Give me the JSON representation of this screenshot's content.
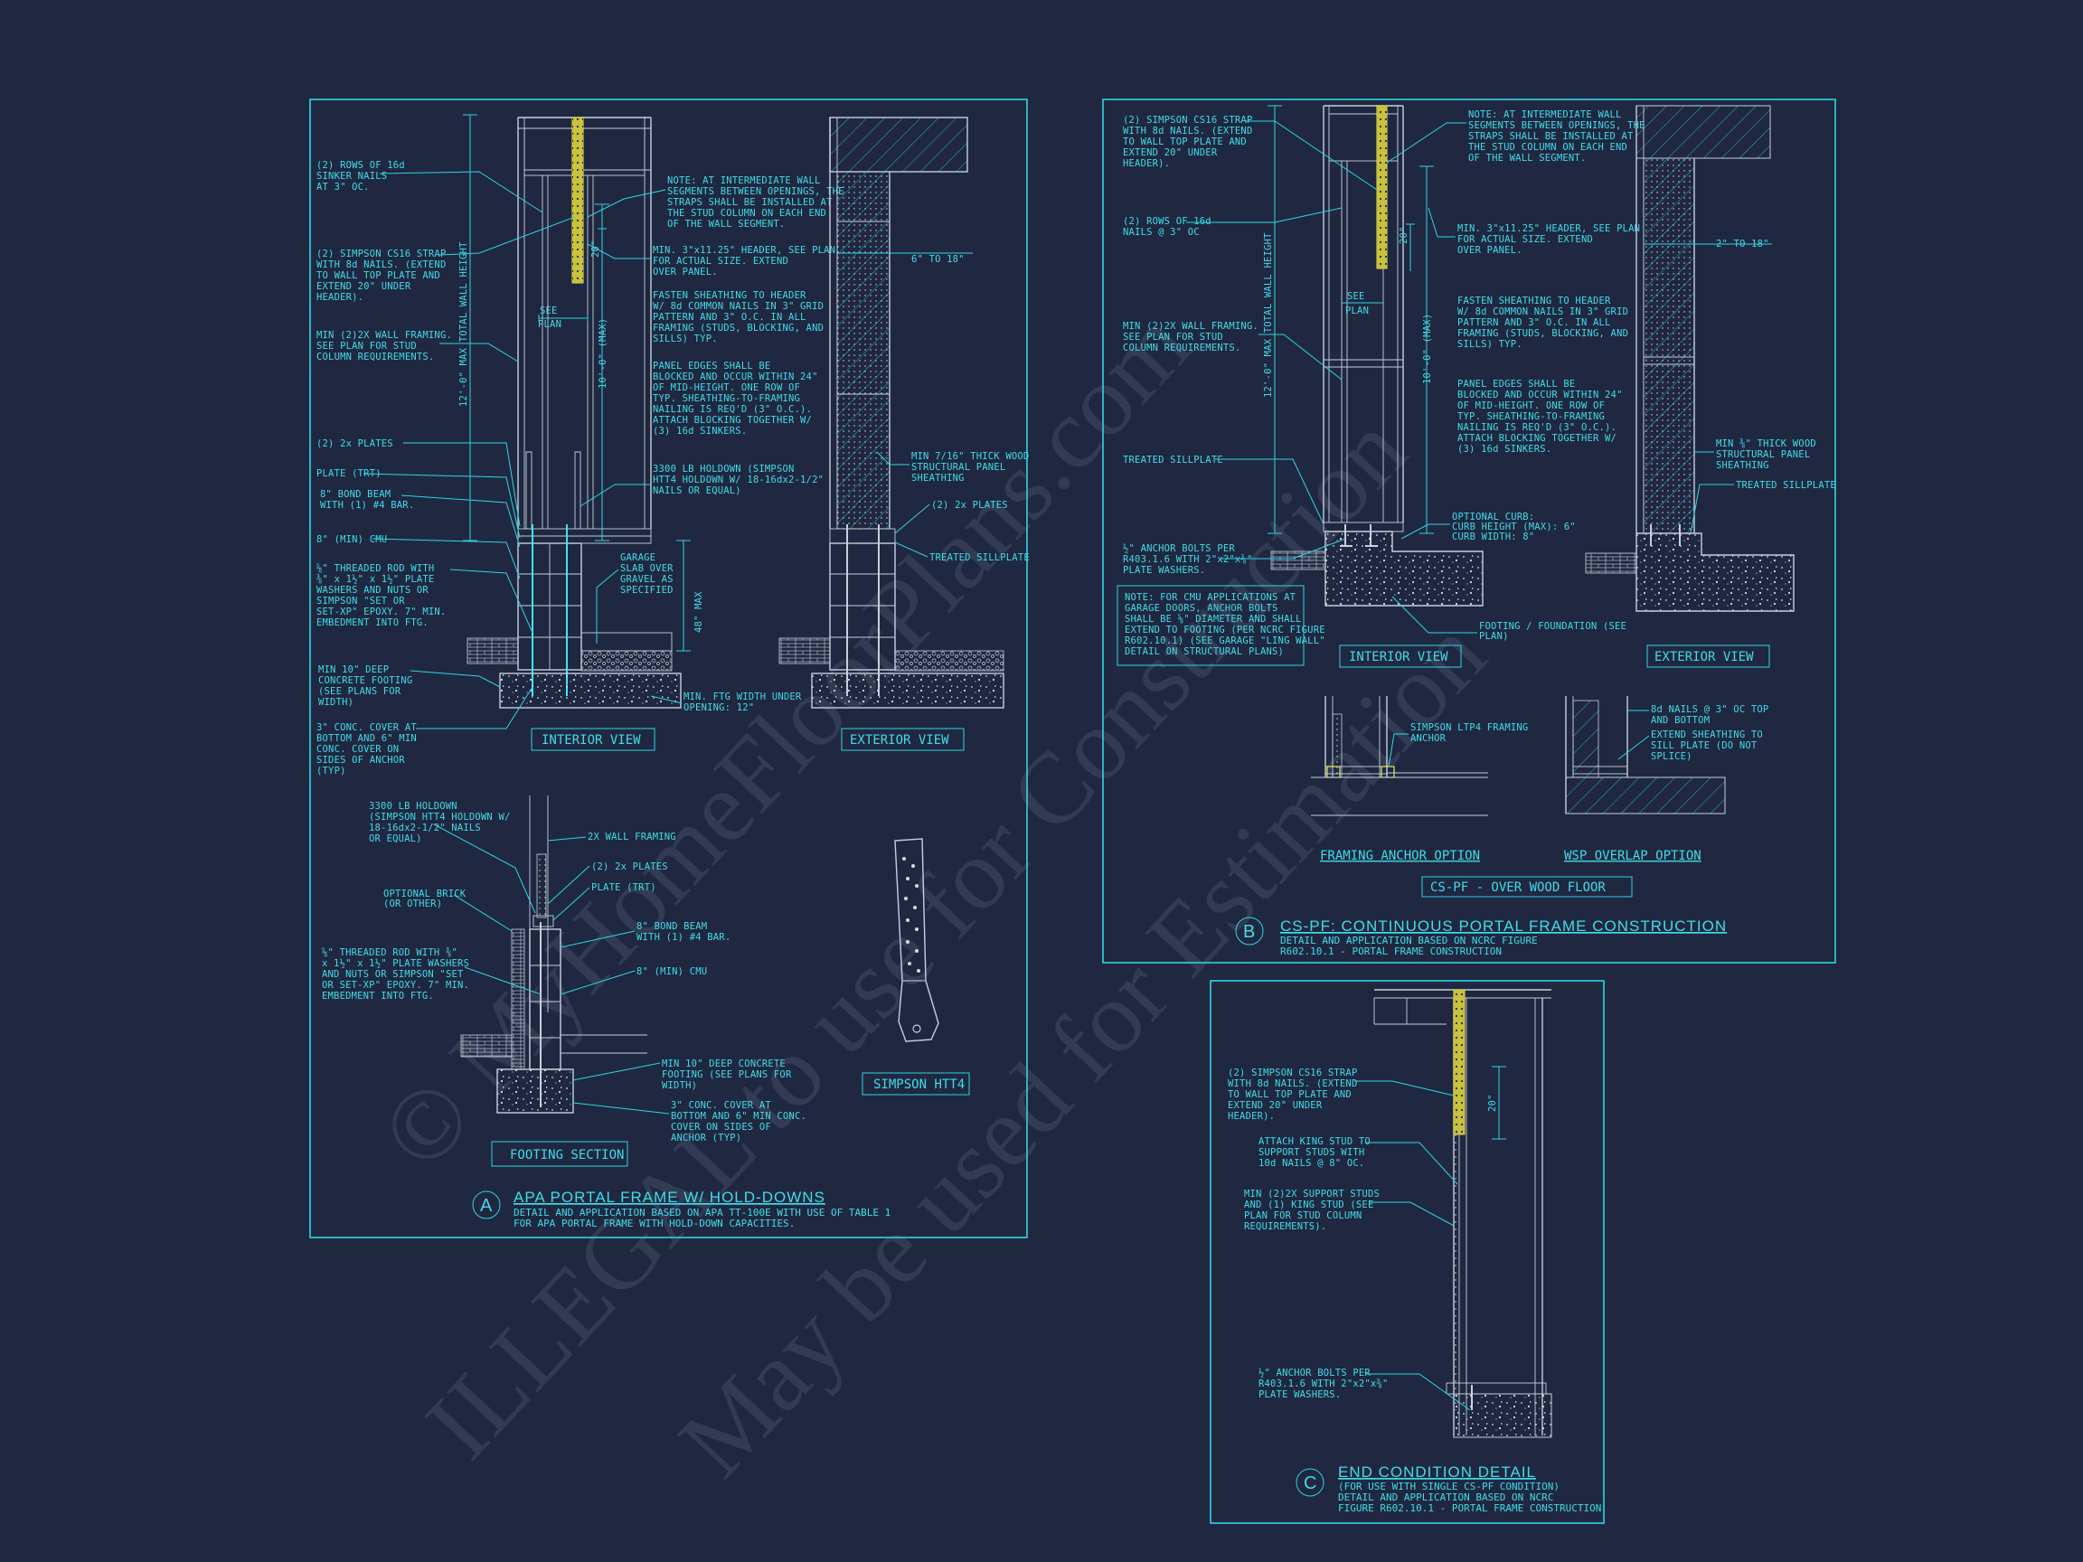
{
  "watermark": {
    "line1": "© MyHomeFloorPlans.com",
    "line2": "ILLEGAL to use for Construction",
    "line3": "May be used for Estimation"
  },
  "panel_a": {
    "letter": "A",
    "title": "APA PORTAL FRAME W/ HOLD-DOWNS",
    "desc1": "DETAIL AND APPLICATION BASED ON APA TT-100E WITH USE OF TABLE 1",
    "desc2": "FOR APA PORTAL FRAME WITH HOLD-DOWN CAPACITIES.",
    "interior_label": "INTERIOR VIEW",
    "exterior_label": "EXTERIOR VIEW",
    "footing_label": "FOOTING SECTION",
    "simpson_label": "SIMPSON HTT4",
    "notes_left": [
      [
        "(2) ROWS OF 16d",
        "SINKER NAILS",
        "AT 3\" OC."
      ],
      [
        "(2) SIMPSON CS16 STRAP",
        "WITH 8d NAILS. (EXTEND",
        "TO WALL TOP PLATE AND",
        "EXTEND 20\" UNDER",
        "HEADER)."
      ],
      [
        "MIN (2)2X WALL FRAMING.",
        "SEE PLAN FOR STUD",
        "COLUMN REQUIREMENTS."
      ],
      [
        "(2) 2x PLATES"
      ],
      [
        "PLATE (TRT)"
      ],
      [
        "8\" BOND BEAM",
        "WITH (1) #4 BAR."
      ],
      [
        "8\" (MIN) CMU"
      ],
      [
        "⅝\" THREADED ROD WITH",
        "⅜\" x 1½\" x 1½\" PLATE",
        "WASHERS AND NUTS OR",
        "SIMPSON \"SET OR",
        "SET-XP\" EPOXY. 7\" MIN.",
        "EMBEDMENT INTO FTG."
      ],
      [
        "MIN 10\" DEEP",
        "CONCRETE FOOTING",
        "(SEE PLANS FOR",
        "WIDTH)"
      ],
      [
        "3\" CONC. COVER AT",
        "BOTTOM AND 6\" MIN",
        "CONC. COVER ON",
        "SIDES OF ANCHOR",
        "(TYP)"
      ]
    ],
    "note_intermediate": [
      "NOTE: AT INTERMEDIATE WALL",
      "SEGMENTS BETWEEN OPENINGS, THE",
      "STRAPS SHALL BE INSTALLED AT",
      "THE STUD COLUMN ON EACH END",
      "OF THE WALL SEGMENT."
    ],
    "note_header": [
      "MIN. 3\"x11.25\" HEADER, SEE PLAN",
      "FOR ACTUAL SIZE. EXTEND",
      "OVER PANEL."
    ],
    "note_fasten": [
      "FASTEN SHEATHING TO HEADER",
      "W/ 8d COMMON NAILS IN 3\" GRID",
      "PATTERN AND 3\" O.C. IN ALL",
      "FRAMING (STUDS, BLOCKING, AND",
      "SILLS) TYP."
    ],
    "note_panel": [
      "PANEL EDGES SHALL BE",
      "BLOCKED AND OCCUR WITHIN 24\"",
      "OF MID-HEIGHT.  ONE ROW OF",
      "TYP. SHEATHING-TO-FRAMING",
      "NAILING IS REQ'D (3\" O.C.).",
      "ATTACH BLOCKING TOGETHER W/",
      "(3) 16d SINKERS."
    ],
    "note_holdown": [
      "3300 LB HOLDOWN (SIMPSON",
      "HTT4 HOLDOWN W/ 18-16dx2-1/2\"",
      "NAILS OR EQUAL)"
    ],
    "note_garage": [
      "GARAGE",
      "SLAB OVER",
      "GRAVEL AS",
      "SPECIFIED"
    ],
    "note_minftg": [
      "MIN. FTG WIDTH UNDER",
      "OPENING: 12\""
    ],
    "dim_wall": "12'-0\" MAX TOTAL WALL HEIGHT",
    "dim_10": "10'-0\" (MAX)",
    "dim_20": "20\"",
    "dim_48": "48\" MAX",
    "see_plan": [
      "SEE",
      "PLAN"
    ],
    "ext_6to18": "6\" TO 18\"",
    "ext_notes": [
      [
        "MIN 7/16\" THICK WOOD",
        "STRUCTURAL PANEL",
        "SHEATHING"
      ],
      [
        "(2) 2x PLATES"
      ],
      [
        "TREATED SILLPLATE"
      ]
    ],
    "footing_notes": [
      [
        "3300 LB HOLDOWN",
        "(SIMPSON HTT4 HOLDOWN W/",
        "18-16dx2-1/2\" NAILS",
        "OR EQUAL)"
      ],
      [
        "2X WALL FRAMING"
      ],
      [
        "(2) 2x PLATES"
      ],
      [
        "PLATE (TRT)"
      ],
      [
        "OPTIONAL BRICK",
        "(OR OTHER)"
      ],
      [
        "8\" BOND BEAM",
        "WITH (1) #4 BAR."
      ],
      [
        "8\" (MIN) CMU"
      ],
      [
        "⅝\" THREADED ROD WITH ⅜\"",
        "x 1½\" x 1½\" PLATE WASHERS",
        "AND NUTS OR SIMPSON \"SET",
        "OR SET-XP\" EPOXY.  7\" MIN.",
        "EMBEDMENT INTO FTG."
      ],
      [
        "MIN 10\" DEEP CONCRETE",
        "FOOTING (SEE PLANS FOR",
        "WIDTH)"
      ],
      [
        "3\" CONC. COVER AT",
        "BOTTOM AND 6\" MIN CONC.",
        "COVER ON SIDES OF",
        "ANCHOR (TYP)"
      ]
    ]
  },
  "panel_b": {
    "letter": "B",
    "title": "CS-PF: CONTINUOUS PORTAL FRAME CONSTRUCTION",
    "desc1": "DETAIL AND APPLICATION BASED ON NCRC FIGURE",
    "desc2": "R602.10.1 - PORTAL FRAME CONSTRUCTION",
    "interior_label": "INTERIOR VIEW",
    "exterior_label": "EXTERIOR VIEW",
    "framing_anchor": "FRAMING ANCHOR OPTION",
    "wsp_overlap": "WSP OVERLAP OPTION",
    "over_wood": "CS-PF - OVER WOOD FLOOR",
    "notes_left": [
      [
        "(2) SIMPSON CS16 STRAP",
        "WITH 8d NAILS. (EXTEND",
        "TO WALL TOP PLATE AND",
        "EXTEND 20\" UNDER",
        "HEADER)."
      ],
      [
        "(2) ROWS OF 16d",
        "NAILS @ 3\" OC"
      ],
      [
        "MIN (2)2X WALL FRAMING.",
        "SEE PLAN FOR STUD",
        "COLUMN REQUIREMENTS."
      ],
      [
        "TREATED SILLPLATE"
      ],
      [
        "½\" ANCHOR BOLTS PER",
        "R403.1.6 WITH 2\"x2\"x⅜\"",
        "PLATE WASHERS."
      ]
    ],
    "note_cmu": [
      "NOTE: FOR CMU APPLICATIONS AT",
      "GARAGE DOORS, ANCHOR BOLTS",
      "SHALL BE ⅝\" DIAMETER AND SHALL",
      "EXTEND TO FOOTING (PER NCRC FIGURE",
      "R602.10.1) (SEE GARAGE \"LING WALL\"",
      "DETAIL ON STRUCTURAL PLANS)"
    ],
    "note_intermediate": [
      "NOTE: AT INTERMEDIATE WALL",
      "SEGMENTS BETWEEN OPENINGS, THE",
      "STRAPS SHALL BE INSTALLED AT",
      "THE STUD COLUMN ON EACH END",
      "OF THE WALL SEGMENT."
    ],
    "note_header": [
      "MIN. 3\"x11.25\" HEADER, SEE PLAN",
      "FOR ACTUAL SIZE. EXTEND",
      "OVER PANEL."
    ],
    "note_fasten": [
      "FASTEN SHEATHING TO HEADER",
      "W/ 8d COMMON NAILS IN 3\" GRID",
      "PATTERN AND 3\" O.C. IN ALL",
      "FRAMING (STUDS, BLOCKING, AND",
      "SILLS) TYP."
    ],
    "note_panel": [
      "PANEL EDGES SHALL BE",
      "BLOCKED AND OCCUR WITHIN 24\"",
      "OF MID-HEIGHT.  ONE ROW OF",
      "TYP. SHEATHING-TO-FRAMING",
      "NAILING IS REQ'D (3\" O.C.).",
      "ATTACH BLOCKING TOGETHER W/",
      "(3) 16d SINKERS."
    ],
    "note_curb": [
      "OPTIONAL CURB:",
      "CURB HEIGHT (MAX): 6\"",
      "CURB WIDTH: 8\""
    ],
    "note_footing": [
      "FOOTING / FOUNDATION (SEE",
      "PLAN)"
    ],
    "ext_2to18": "2\" TO 18\"",
    "ext_notes": [
      [
        "MIN ⅜\" THICK WOOD",
        "STRUCTURAL PANEL",
        "SHEATHING"
      ],
      [
        "TREATED SILLPLATE"
      ]
    ],
    "see_plan": [
      "SEE",
      "PLAN"
    ],
    "dim_wall": "12'-0\" MAX TOTAL WALL HEIGHT",
    "dim_10": "10'-0\" (MAX)",
    "dim_20": "20\"",
    "ltp4": [
      "SIMPSON LTP4 FRAMING",
      "ANCHOR"
    ],
    "wsp_notes": [
      [
        "8d NAILS @ 3\" OC TOP",
        "AND BOTTOM"
      ],
      [
        "EXTEND SHEATHING TO",
        "SILL PLATE (DO NOT",
        "SPLICE)"
      ]
    ]
  },
  "panel_c": {
    "letter": "C",
    "title": "END CONDITION DETAIL",
    "desc1": "(FOR USE WITH SINGLE CS-PF CONDITION)",
    "desc2": "DETAIL AND APPLICATION BASED ON NCRC",
    "desc3": "FIGURE R602.10.1 - PORTAL FRAME CONSTRUCTION",
    "notes": [
      [
        "(2) SIMPSON CS16 STRAP",
        "WITH 8d NAILS. (EXTEND",
        "TO WALL TOP PLATE AND",
        "EXTEND 20\" UNDER",
        "HEADER)."
      ],
      [
        "ATTACH KING STUD TO",
        "SUPPORT STUDS WITH",
        "10d NAILS @ 8\" OC."
      ],
      [
        "MIN (2)2X SUPPORT STUDS",
        "AND (1) KING STUD (SEE",
        "PLAN FOR STUD COLUMN",
        "REQUIREMENTS)."
      ],
      [
        "½\" ANCHOR BOLTS PER",
        "R403.1.6 WITH 2\"x2\"x⅜\"",
        "PLATE WASHERS."
      ]
    ],
    "dim_20": "20\""
  },
  "colors": {
    "background": "#1f2840",
    "linework": "#2fd4e4",
    "strap": "#c9c23a",
    "concrete": "#c7d0da"
  }
}
